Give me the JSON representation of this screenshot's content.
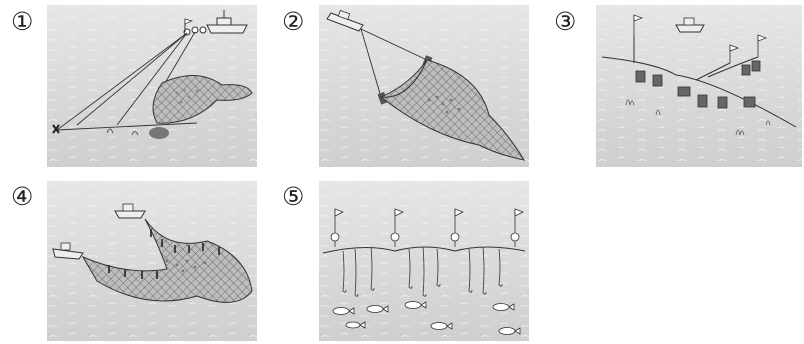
{
  "figure": {
    "panels": [
      {
        "number": "①",
        "method": "anchored-seine-net"
      },
      {
        "number": "②",
        "method": "trawl-net"
      },
      {
        "number": "③",
        "method": "gill-net-with-pots"
      },
      {
        "number": "④",
        "method": "purse-seine-net"
      },
      {
        "number": "⑤",
        "method": "longline-fishing"
      }
    ],
    "colors": {
      "water": "#d9d9d9",
      "ink": "#333333",
      "net_fill": "#bdbdbd"
    }
  }
}
